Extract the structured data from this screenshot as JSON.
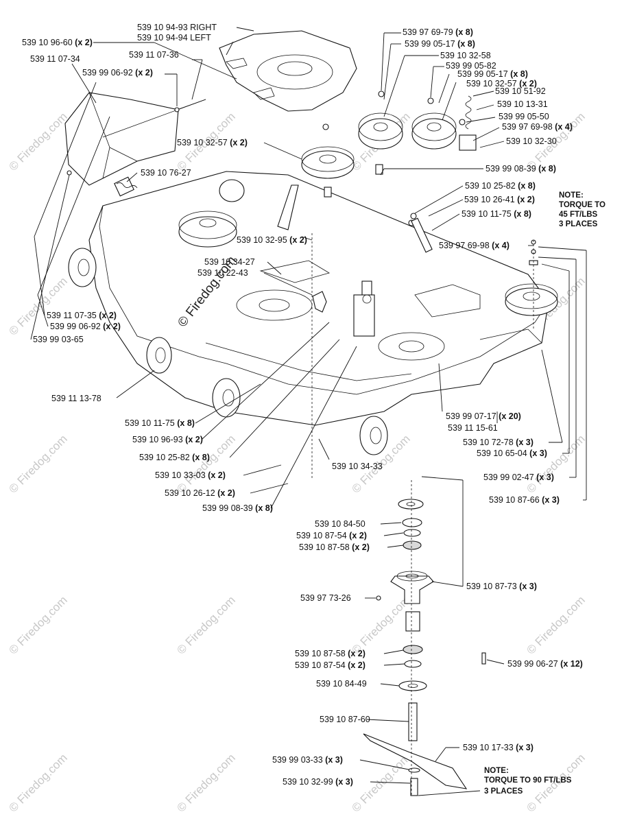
{
  "watermark": {
    "repeat_text": "© Firedog.com",
    "center_text": "© Firedog.com"
  },
  "labels": {
    "right_cover": "539 10 94-93 RIGHT",
    "left_cover": "539 10 94-94 LEFT",
    "bolt_96_60": "539 10 96-60",
    "bolt_96_60_qty": "(x 2)",
    "chute": "539 11 07-34",
    "rod_07_36": "539 11 07-36",
    "pin_06_92_top": "539 99 06-92",
    "pin_06_92_top_qty": "(x 2)",
    "pulley_32_57_a": "539 10 32-57",
    "pulley_32_57_a_qty": "(x 2)",
    "spring_76_27": "539 10 76-27",
    "nut_69_79": "539 97 69-79",
    "nut_69_79_qty": "(x 8)",
    "washer_05_17_a": "539 99 05-17",
    "washer_05_17_a_qty": "(x 8)",
    "pulley_32_58": "539 10 32-58",
    "bolt_05_82": "539 99 05-82",
    "washer_05_17_b": "539 99 05-17",
    "washer_05_17_b_qty": "(x 8)",
    "pulley_32_57_b": "539 10 32-57",
    "pulley_32_57_b_qty": "(x 2)",
    "arm_51_92": "539 10 51-92",
    "spring_13_31": "539 10 13-31",
    "washer_05_50": "539 99 05-50",
    "nut_69_98_a": "539 97 69-98",
    "nut_69_98_a_qty": "(x 4)",
    "bracket_32_30": "539 10 32-30",
    "bolt_08_39_a": "539 99 08-39",
    "bolt_08_39_a_qty": "(x 8)",
    "bushing_25_82_a": "539 10 25-82",
    "bushing_25_82_a_qty": "(x 8)",
    "link_26_41": "539 10 26-41",
    "link_26_41_qty": "(x 2)",
    "bolt_11_75_a": "539 10 11-75",
    "bolt_11_75_a_qty": "(x 8)",
    "nut_69_98_b": "539 97 69-98",
    "nut_69_98_b_qty": "(x 4)",
    "pulley_32_95": "539 10 32-95",
    "pulley_32_95_qty": "(x 2)",
    "plate_34_27": "539 10 34-27",
    "bracket_22_43": "539 10 22-43",
    "pin_07_35": "539 11 07-35",
    "pin_07_35_qty": "(x 2)",
    "pin_06_92_bottom": "539 99 06-92",
    "pin_06_92_bottom_qty": "(x 2)",
    "clip_03_65": "539 99 03-65",
    "deck_13_78": "539 11 13-78",
    "bolt_11_75_b": "539 10 11-75",
    "bolt_11_75_b_qty": "(x 8)",
    "wheel_96_93": "539 10 96-93",
    "wheel_96_93_qty": "(x 2)",
    "bushing_25_82_b": "539 10 25-82",
    "bushing_25_82_b_qty": "(x 8)",
    "plate_33_03": "539 10 33-03",
    "plate_33_03_qty": "(x 2)",
    "bolt_26_12": "539 10 26-12",
    "bolt_26_12_qty": "(x 2)",
    "bolt_08_39_b": "539 99 08-39",
    "bolt_08_39_b_qty": "(x 8)",
    "rod_34_33": "539 10 34-33",
    "screw_07_17": "539 99 07-17",
    "screw_07_17_qty": "(x 20)",
    "cover_15_61": "539 11 15-61",
    "key_72_78": "539 10 72-78",
    "key_72_78_qty": "(x 3)",
    "pulley_65_04": "539 10 65-04",
    "pulley_65_04_qty": "(x 3)",
    "washer_02_47": "539 99 02-47",
    "washer_02_47_qty": "(x 3)",
    "nut_87_66": "539 10 87-66",
    "nut_87_66_qty": "(x 3)",
    "seal_84_50": "539 10 84-50",
    "seal_87_54_a": "539 10 87-54",
    "seal_87_54_a_qty": "(x 2)",
    "bearing_87_58_a": "539 10 87-58",
    "bearing_87_58_a_qty": "(x 2)",
    "housing_87_73": "539 10 87-73",
    "housing_87_73_qty": "(x 3)",
    "fitting_73_26": "539 97 73-26",
    "screw_06_27": "539 99 06-27",
    "screw_06_27_qty": "(x 12)",
    "bearing_87_58_b": "539 10 87-58",
    "bearing_87_58_b_qty": "(x 2)",
    "seal_87_54_b": "539 10 87-54",
    "seal_87_54_b_qty": "(x 2)",
    "seal_84_49": "539 10 84-49",
    "shaft_87_60": "539 10 87-60",
    "blade_17_33": "539 10 17-33",
    "blade_17_33_qty": "(x 3)",
    "washer_03_33": "539 99 03-33",
    "washer_03_33_qty": "(x 3)",
    "bolt_32_99": "539 10 32-99",
    "bolt_32_99_qty": "(x 3)"
  },
  "notes": {
    "torque45": [
      "NOTE:",
      "TORQUE TO",
      "45 FT/LBS",
      "3 PLACES"
    ],
    "torque90": [
      "NOTE:",
      "TORQUE TO 90 FT/LBS",
      "3 PLACES"
    ]
  }
}
